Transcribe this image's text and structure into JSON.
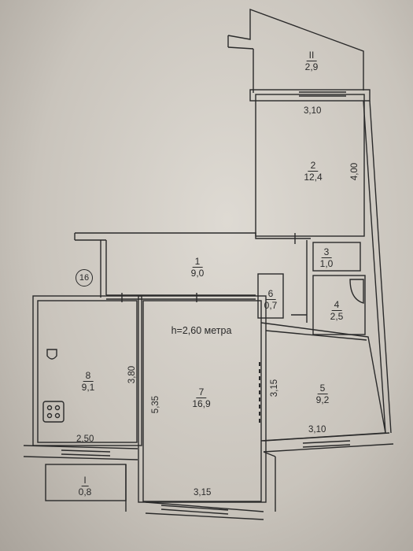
{
  "rooms": [
    {
      "id": "II",
      "area": "2,9"
    },
    {
      "id": "2",
      "area": "12,4"
    },
    {
      "id": "3",
      "area": "1,0"
    },
    {
      "id": "1",
      "area": "9,0"
    },
    {
      "id": "6",
      "area": "0,7"
    },
    {
      "id": "4",
      "area": "2,5"
    },
    {
      "id": "8",
      "area": "9,1"
    },
    {
      "id": "7",
      "area": "16,9"
    },
    {
      "id": "5",
      "area": "9,2"
    },
    {
      "id": "I",
      "area": "0,8"
    }
  ],
  "dimensions": {
    "top_width": "3,10",
    "right_height": "4,00",
    "kitchen_height": "3,80",
    "kitchen_width": "2,50",
    "living_height": "5,35",
    "living_width": "3,15",
    "bed5_height": "3,15",
    "bed5_width": "3,10"
  },
  "ceiling_height": "h=2,60 метра",
  "floor_tag": "16",
  "colors": {
    "line": "#2a2a2a",
    "paper": "#d8d4cd"
  }
}
